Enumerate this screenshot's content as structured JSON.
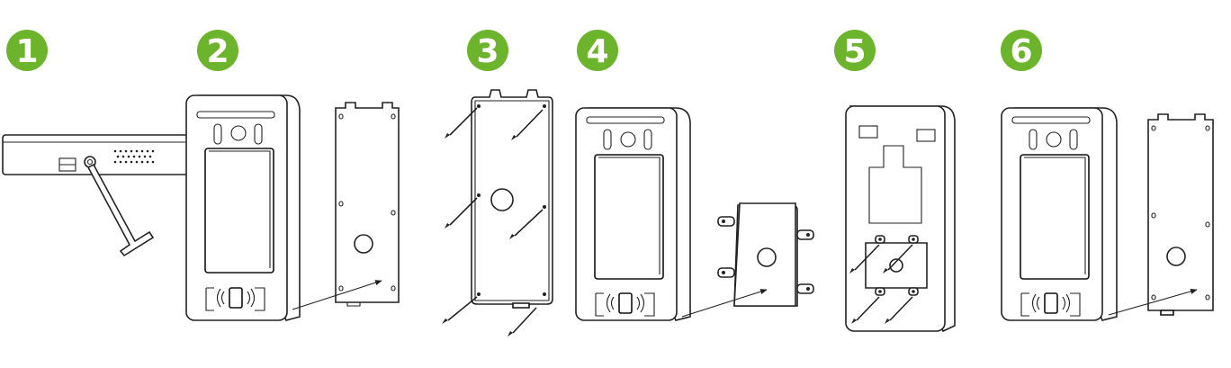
{
  "accent_color": "#6cb42c",
  "steps": [
    {
      "number": "1",
      "icon": "hex-key-release-icon"
    },
    {
      "number": "2",
      "icon": "device-detach-backplate-icon"
    },
    {
      "number": "3",
      "icon": "backplate-wall-screws-icon"
    },
    {
      "number": "4",
      "icon": "device-junction-plate-icon"
    },
    {
      "number": "5",
      "icon": "device-rear-plate-screws-icon"
    },
    {
      "number": "6",
      "icon": "device-attach-backplate-icon"
    }
  ]
}
